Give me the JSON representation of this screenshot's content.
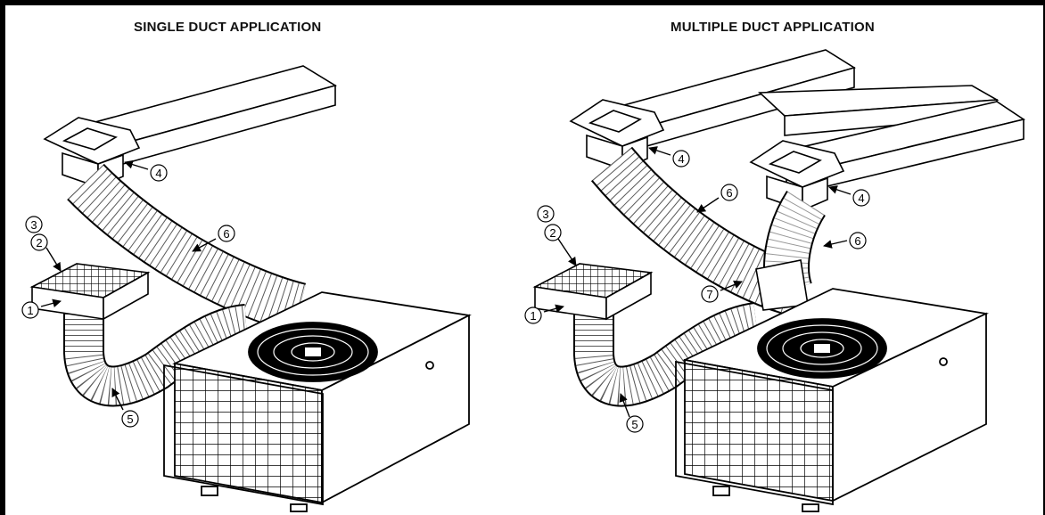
{
  "titles": {
    "single": "SINGLE DUCT APPLICATION",
    "multiple": "MULTIPLE DUCT APPLICATION"
  },
  "callouts": {
    "single": [
      "4",
      "6",
      "3",
      "2",
      "1",
      "5"
    ],
    "multiple": [
      "4",
      "6",
      "4",
      "6",
      "3",
      "2",
      "7",
      "1",
      "5"
    ]
  },
  "colors": {
    "line": "#000000",
    "background": "#ffffff"
  }
}
